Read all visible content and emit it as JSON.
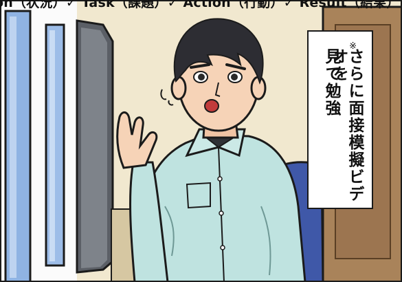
{
  "caption_top": "on（状況）✓ Task（課題）✓ Action（行動）✓ Result（結果）",
  "speech": {
    "mark": "※",
    "line1": "さらに面接模擬ビデオを",
    "line2": "見て勉強"
  },
  "colors": {
    "wall": "#f1e8cf",
    "door": "#a9835a",
    "shirt": "#bfe3e0",
    "hair": "#2d2d33",
    "skin": "#f6d3b7",
    "blind": "#8fb3e3",
    "chair": "#3f58a8"
  }
}
